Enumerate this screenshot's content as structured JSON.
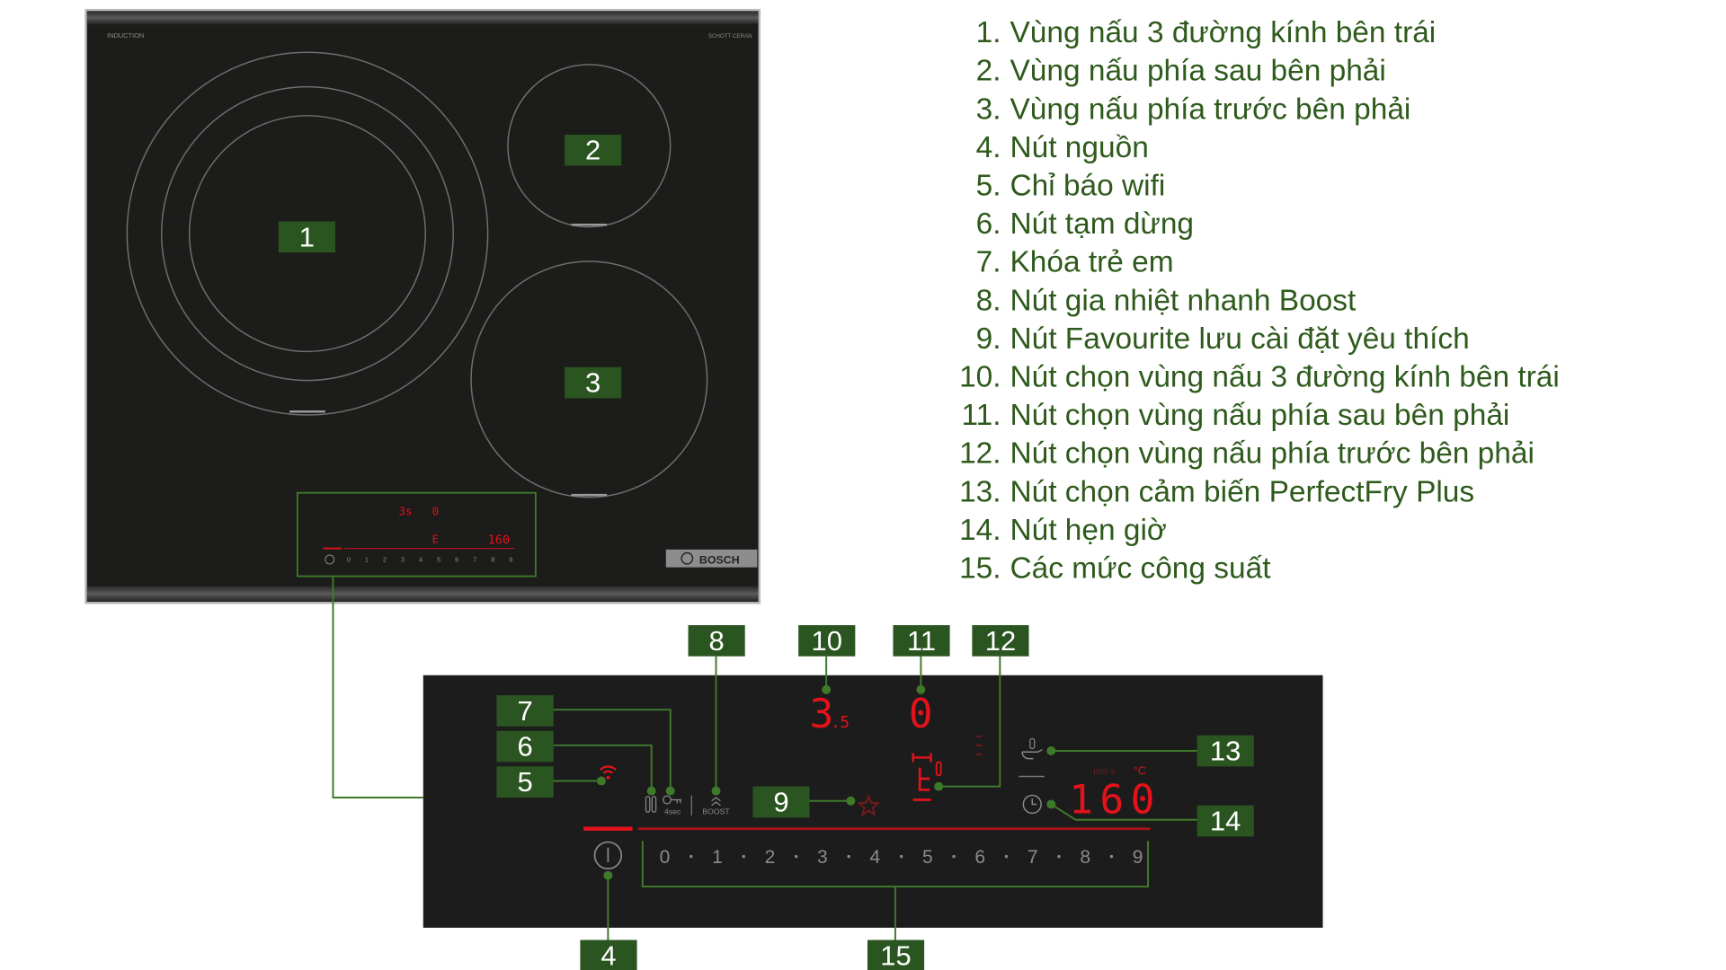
{
  "hob": {
    "brand_top_left": "INDUCTION",
    "brand_top_right": "SCHOTT CERAN",
    "logo": "BOSCH",
    "mini_panel": {
      "zone_left": "3s",
      "zone_rear": "0",
      "timer": "160",
      "scale": [
        "0",
        "1",
        "2",
        "3",
        "4",
        "5",
        "6",
        "7",
        "8",
        "9"
      ]
    }
  },
  "callouts": {
    "c1": "1",
    "c2": "2",
    "c3": "3",
    "c4": "4",
    "c5": "5",
    "c6": "6",
    "c7": "7",
    "c8": "8",
    "c9": "9",
    "c10": "10",
    "c11": "11",
    "c12": "12",
    "c13": "13",
    "c14": "14",
    "c15": "15"
  },
  "panel": {
    "zone_left_value": "3",
    "zone_left_suffix": ".5",
    "zone_rear_value": "0",
    "timer_value": "160",
    "timer_unit_time": "min·s",
    "timer_unit_temp": "°C",
    "lock_label": "4sec",
    "boost_label": "BOOST",
    "power_scale": [
      "0",
      "1",
      "2",
      "3",
      "4",
      "5",
      "6",
      "7",
      "8",
      "9"
    ],
    "icons": [
      "wifi-icon",
      "pause-icon",
      "key-icon",
      "boost-icon",
      "star-icon",
      "pan-sensor-icon",
      "clock-icon",
      "power-icon"
    ],
    "accent_red": "#e3121b"
  },
  "legend": [
    {
      "num": "1.",
      "text": "Vùng nấu 3 đường kính bên trái"
    },
    {
      "num": "2.",
      "text": "Vùng nấu phía sau bên phải"
    },
    {
      "num": "3.",
      "text": "Vùng nấu phía trước bên phải"
    },
    {
      "num": "4.",
      "text": "Nút nguồn"
    },
    {
      "num": "5.",
      "text": "Chỉ báo wifi"
    },
    {
      "num": "6.",
      "text": "Nút tạm dừng"
    },
    {
      "num": "7.",
      "text": "Khóa trẻ em"
    },
    {
      "num": "8.",
      "text": "Nút gia nhiệt nhanh Boost"
    },
    {
      "num": "9.",
      "text": "Nút Favourite lưu cài đặt yêu thích"
    },
    {
      "num": "10.",
      "text": "Nút chọn vùng nấu 3 đường kính bên trái"
    },
    {
      "num": "11.",
      "text": "Nút chọn vùng nấu phía sau bên phải"
    },
    {
      "num": "12.",
      "text": "Nút chọn vùng nấu phía trước bên phải"
    },
    {
      "num": "13.",
      "text": "Nút chọn cảm biến PerfectFry Plus"
    },
    {
      "num": "14.",
      "text": "Nút hẹn giờ"
    },
    {
      "num": "15.",
      "text": "Các mức công suất"
    }
  ],
  "colors": {
    "label_green": "#2b5520",
    "text_green": "#2e5a1c",
    "panel_bg": "#1c1c1c"
  }
}
